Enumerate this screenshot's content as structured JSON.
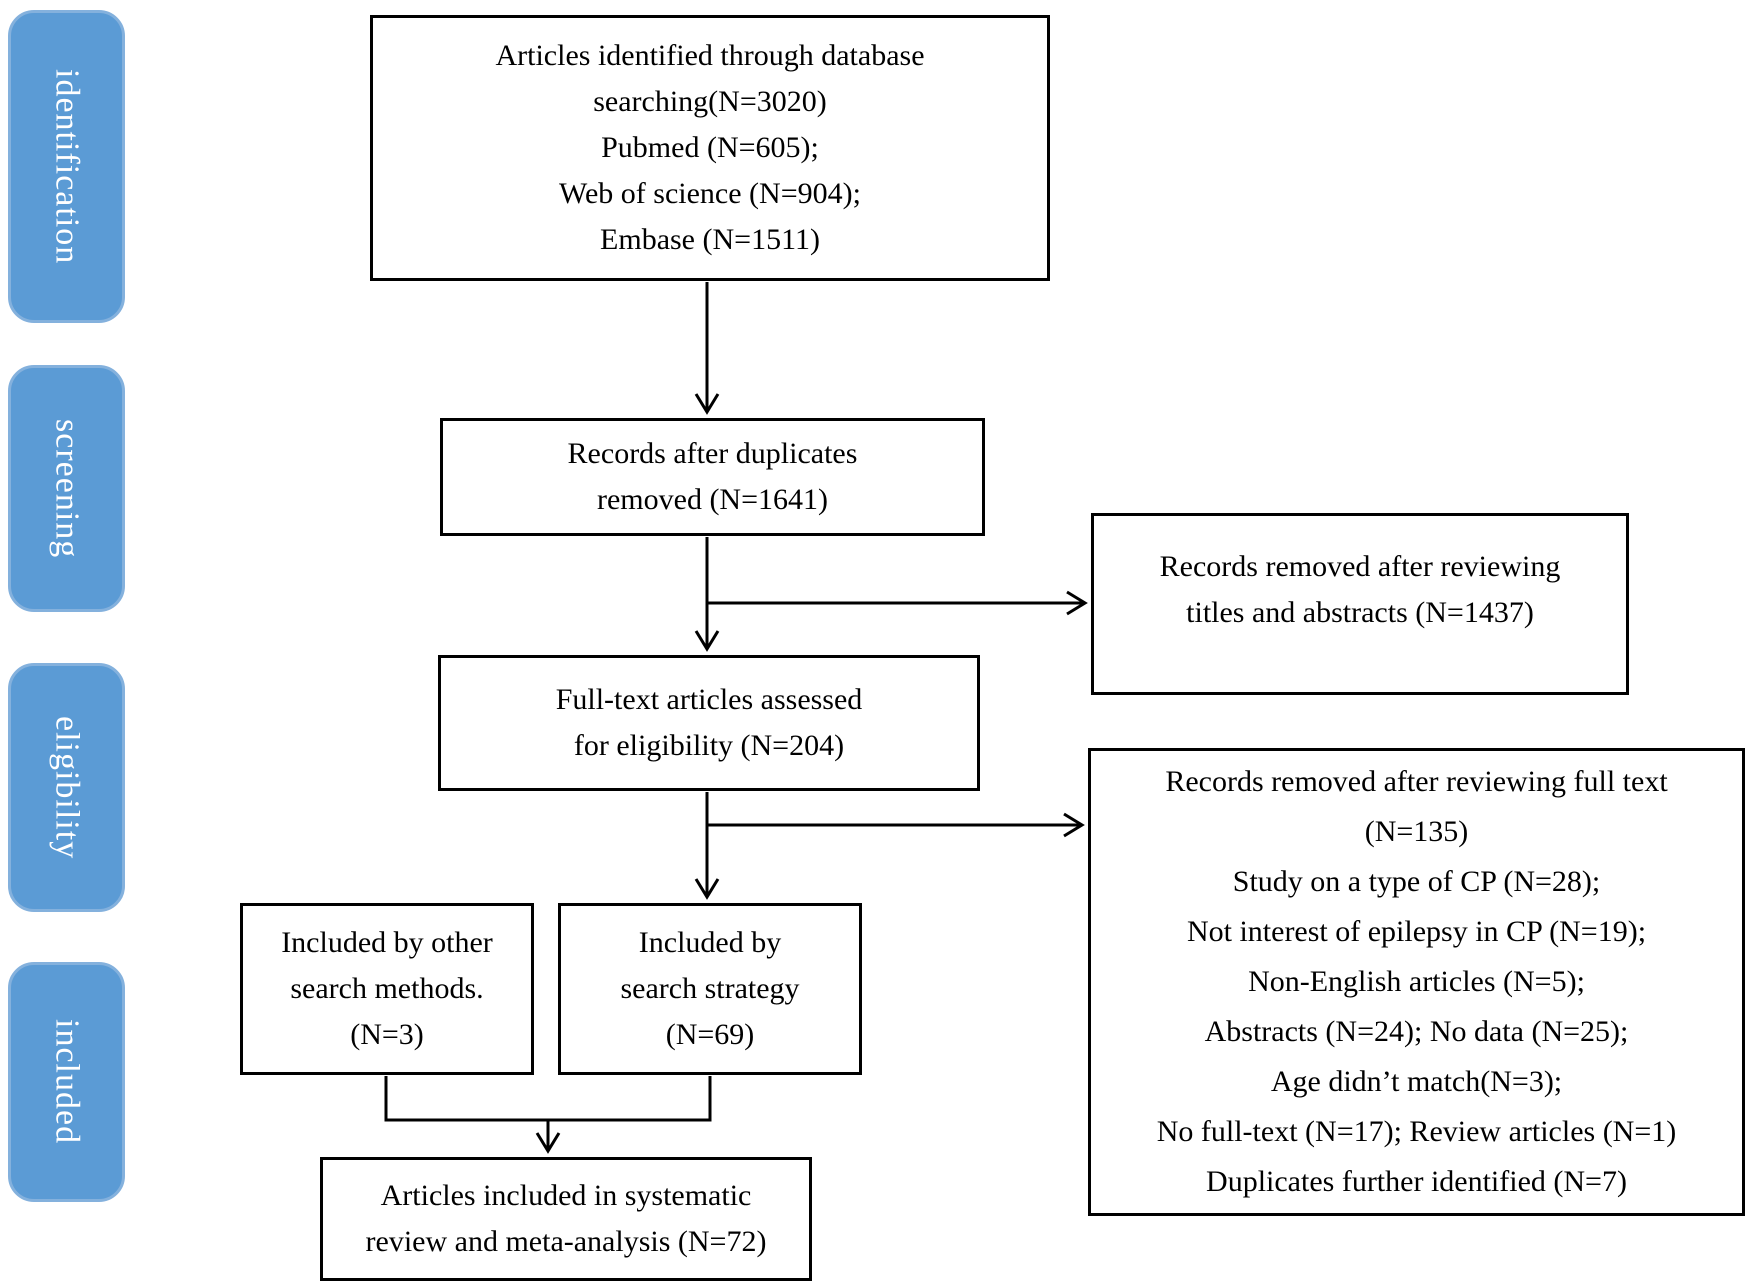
{
  "sidebar": {
    "stages": [
      "identification",
      "screening",
      "eligibility",
      "included"
    ]
  },
  "boxes": {
    "identified": {
      "lines": [
        "Articles identified through database",
        "searching(N=3020)",
        "Pubmed (N=605);",
        "Web of science (N=904);",
        "Embase (N=1511)"
      ]
    },
    "duplicates_removed": {
      "lines": [
        "Records after duplicates",
        "removed (N=1641)"
      ]
    },
    "titles_abstracts_removed": {
      "lines": [
        "Records removed after reviewing",
        "titles and abstracts (N=1437)"
      ]
    },
    "fulltext_assessed": {
      "lines": [
        "Full-text articles assessed",
        "for eligibility (N=204)"
      ]
    },
    "fulltext_removed": {
      "lines": [
        "Records removed after reviewing full text",
        "(N=135)",
        "Study on a type of CP (N=28);",
        "Not interest of epilepsy in CP (N=19);",
        "Non-English articles (N=5);",
        "Abstracts (N=24); No data (N=25);",
        "Age didn’t match(N=3);",
        "No full-text (N=17); Review articles (N=1)",
        "Duplicates further identified (N=7)"
      ]
    },
    "other_methods": {
      "lines": [
        "Included by other",
        "search methods.",
        "(N=3)"
      ]
    },
    "search_strategy": {
      "lines": [
        "Included by",
        "search strategy",
        "(N=69)"
      ]
    },
    "included_final": {
      "lines": [
        "Articles included in systematic",
        "review and meta-analysis (N=72)"
      ]
    }
  },
  "colors": {
    "stage_fill": "#5b9bd5",
    "stage_border": "#84b1dd",
    "stage_text": "#ffffff",
    "box_border": "#000000",
    "arrow": "#000000"
  }
}
